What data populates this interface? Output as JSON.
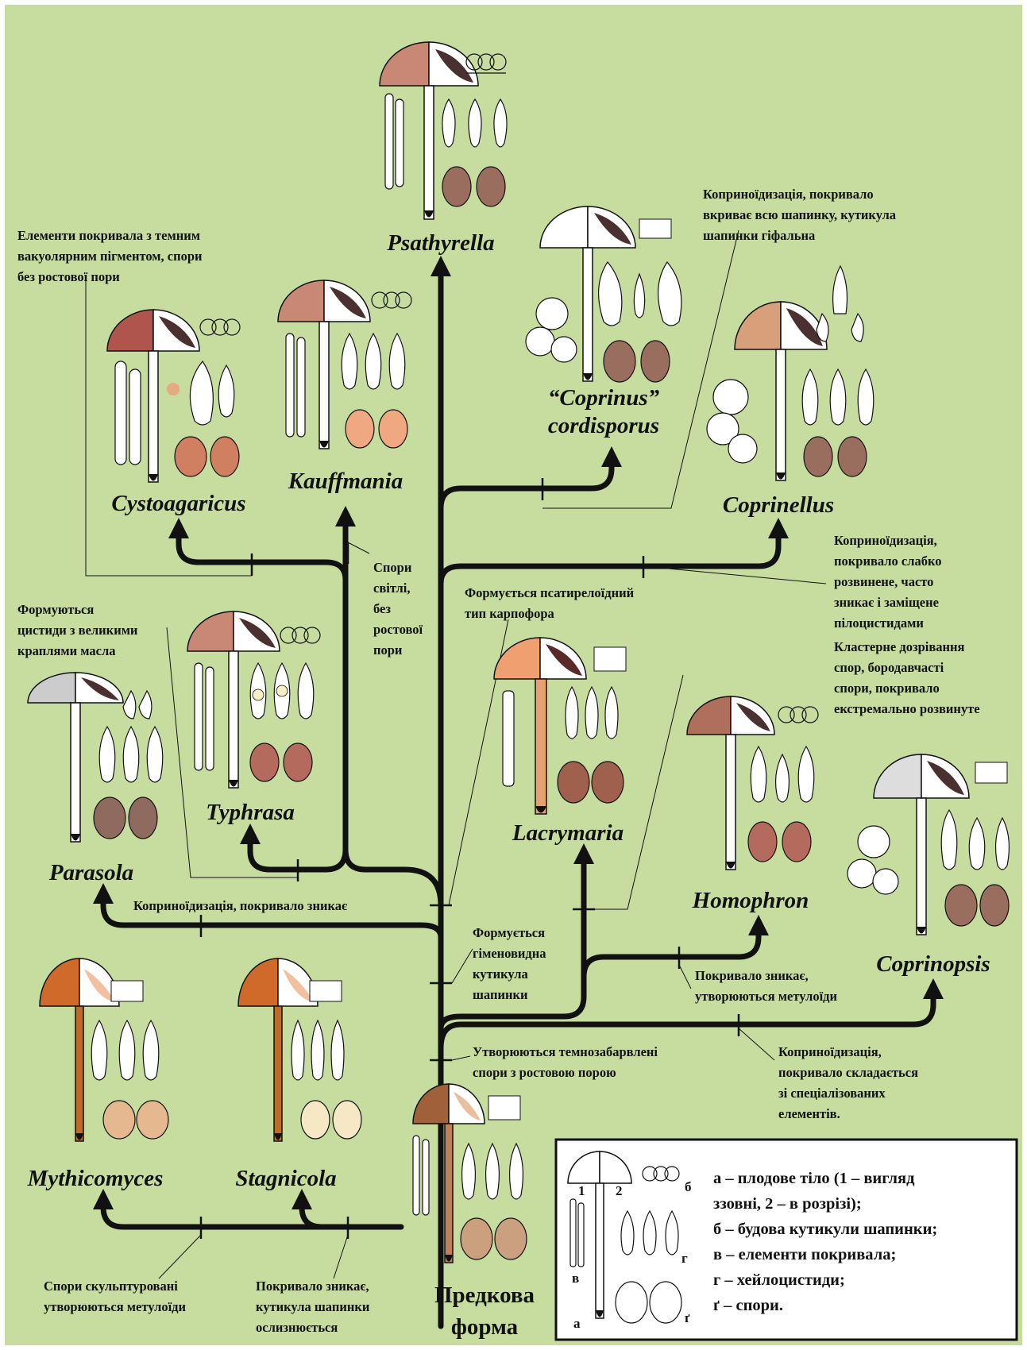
{
  "taxa": {
    "psathyrella": "Psathyrella",
    "cystoagaricus": "Cystoagaricus",
    "kauffmania": "Kauffmania",
    "coprinus_cordisporus_1": "“Coprinus”",
    "coprinus_cordisporus_2": "cordisporus",
    "coprinellus": "Coprinellus",
    "typhrasa": "Typhrasa",
    "parasola": "Parasola",
    "lacrymaria": "Lacrymaria",
    "homophron": "Homophron",
    "coprinopsis": "Coprinopsis",
    "mythicomyces": "Mythicomyces",
    "stagnicola": "Stagnicola",
    "ancestor_1": "Предкова",
    "ancestor_2": "форма"
  },
  "notes": {
    "cystoagaricus": [
      "Елементи покривала з темним",
      "вакуолярним пігментом, спори",
      "без ростової пори"
    ],
    "coprinus": [
      "Коприноїдизація, покривало",
      "вкриває всю шапинку, кутикула",
      "шапинки гіфальна"
    ],
    "kauffmania": [
      "Спори",
      "світлі,",
      "без",
      "ростової",
      "пори"
    ],
    "coprinellus": [
      "Коприноїдизація,",
      "покривало слабко",
      "розвинене, часто",
      "зникає і заміщене",
      "пілоцистидами"
    ],
    "psathyrelloid": [
      "Формується псатирелоїдний",
      "тип карпофора"
    ],
    "typhrasa": [
      "Формуються",
      "цистиди з великими",
      "краплями масла"
    ],
    "lacrymaria": [
      "Кластерне дозрівання",
      "спор, бородавчасті",
      "спори, покривало",
      "екстремально розвинуте"
    ],
    "parasola": [
      "Коприноїдизація, покривало зникає"
    ],
    "hymeniform": [
      "Формується",
      "гіменовидна",
      "кутикула",
      "шапинки"
    ],
    "homophron": [
      "Покривало зникає,",
      "утворюються метулоїди"
    ],
    "dark_spores": [
      "Утворюються темнозабарвлені",
      "спори з ростовою порою"
    ],
    "coprinopsis": [
      "Коприноїдизація,",
      "покривало складається",
      "зі спеціалізованих",
      "елементів."
    ],
    "mythicomyces": [
      "Спори скульптуровані",
      "утворюються метулоїди"
    ],
    "stagnicola": [
      "Покривало зникає,",
      "кутикула шапинки",
      "ослизнюється"
    ]
  },
  "legend": {
    "lines": [
      "а – плодове тіло (1 – вигляд",
      "ззовні, 2 – в розрізі);",
      "б – будова кутикули шапинки;",
      "в – елементи покривала;",
      "г – хейлоцистиди;",
      "ґ – спори."
    ],
    "letters": {
      "one": "1",
      "two": "2",
      "b": "б",
      "v": "в",
      "a": "а",
      "g": "г",
      "g2": "ґ"
    }
  },
  "colors": {
    "background": "#c7dd9f",
    "branch": "#111111",
    "cap_brown": "#c88875",
    "cap_dark": "#5a3d3d",
    "spore_brown": "#9a6e5e",
    "spore_orange": "#e8a882",
    "spore_red": "#b46a5c",
    "cap_orange": "#d06a2a",
    "spore_cream": "#f6e8c4"
  }
}
